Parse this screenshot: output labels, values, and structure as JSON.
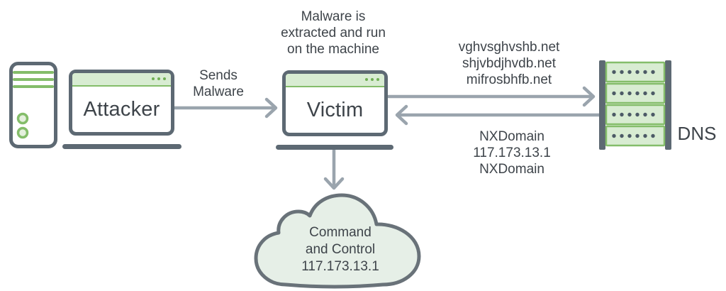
{
  "colors": {
    "dark": "#5d6973",
    "arrow": "#9aa4ad",
    "green": "#84bd6a",
    "greenFill": "#d8ecd2",
    "greenFillLight": "#e4f0dd",
    "dotGreen": "#6fae53",
    "serverDot": "#4c5a66",
    "cloudFill": "#e6efe7",
    "cloudStroke": "#697279",
    "text": "#3e444a",
    "bg": "#ffffff"
  },
  "nodes": {
    "attacker": {
      "label": "Attacker"
    },
    "victim": {
      "label": "Victim"
    },
    "dns": {
      "label": "DNS"
    },
    "command_control": {
      "label": "Command\nand Control\n117.173.13.1"
    }
  },
  "annotations": {
    "malware_note": "Malware is\nextracted and run\non the machine",
    "sends_malware": "Sends\nMalware",
    "dns_queries": "vghvsghvshb.net\nshjvbdjhvdb.net\nmifrosbhfb.net",
    "dns_responses": "NXDomain\n117.173.13.1\nNXDomain"
  }
}
